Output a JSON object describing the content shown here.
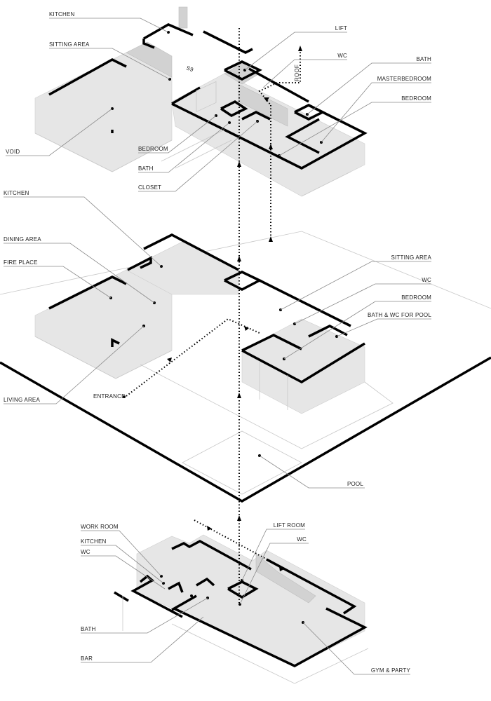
{
  "upper_floor": {
    "labels": {
      "kitchen": "KITCHEN",
      "sitting_area": "SITTING AREA",
      "void": "VOID",
      "bedroom_left": "BEDROOM",
      "bath_left": "BATH",
      "closet": "CLOSET",
      "lift": "LIFT",
      "wc": "WC",
      "bath_right": "BATH",
      "masterbedroom": "MASTERBEDROOM",
      "bedroom_right": "BEDROOM",
      "roof": "ROOF",
      "stair_mark": "S9"
    }
  },
  "ground_floor": {
    "labels": {
      "kitchen": "KITCHEN",
      "dining_area": "DINING AREA",
      "fire_place": "FIRE PLACE",
      "living_area": "LIVING AREA",
      "entrance": "ENTRANCE",
      "sitting_area": "SITTING AREA",
      "wc": "WC",
      "bedroom": "BEDROOM",
      "bath_wc_pool": "BATH & WC FOR POOL",
      "pool": "POOL"
    }
  },
  "basement": {
    "labels": {
      "work_room": "WORK ROOM",
      "kitchen": "KITCHEN",
      "wc_left": "WC",
      "bath": "BATH",
      "bar": "BAR",
      "lift_room": "LIFT ROOM",
      "wc_right": "WC",
      "gym_party": "GYM & PARTY"
    }
  }
}
